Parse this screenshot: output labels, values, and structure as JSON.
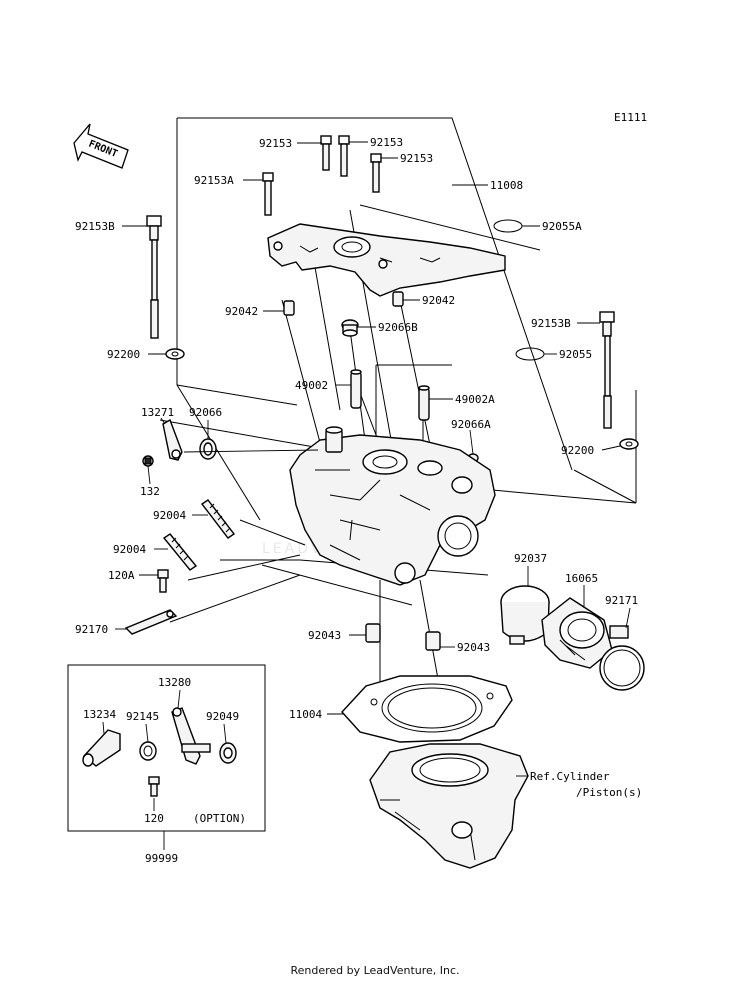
{
  "diagram_code": "E1111",
  "front_label": "FRONT",
  "watermark": "LEADVENTURE INC",
  "footer": "Rendered by LeadVenture, Inc.",
  "labels": {
    "p92153_a": "92153",
    "p92153_b": "92153",
    "p92153_c": "92153",
    "p92153A": "92153A",
    "p11008": "11008",
    "p92153B_l": "92153B",
    "p92055A": "92055A",
    "p92042_l": "92042",
    "p92042_r": "92042",
    "p92066B": "92066B",
    "p92153B_r": "92153B",
    "p92200_l": "92200",
    "p92055": "92055",
    "p49002": "49002",
    "p49002A": "49002A",
    "p13271": "13271",
    "p92066": "92066",
    "p92066A": "92066A",
    "p92200_r": "92200",
    "p132": "132",
    "p92004_a": "92004",
    "p92004_b": "92004",
    "p92037": "92037",
    "p120A": "120A",
    "p16065": "16065",
    "p92171": "92171",
    "p92170": "92170",
    "p92043_l": "92043",
    "p92043_r": "92043",
    "p13280": "13280",
    "p11004": "11004",
    "p13234": "13234",
    "p92145": "92145",
    "p92049": "92049",
    "ref_cyl_1": "Ref.Cylinder",
    "ref_cyl_2": "/Piston(s)",
    "p120": "120",
    "option": "(OPTION)",
    "p99999": "99999"
  }
}
